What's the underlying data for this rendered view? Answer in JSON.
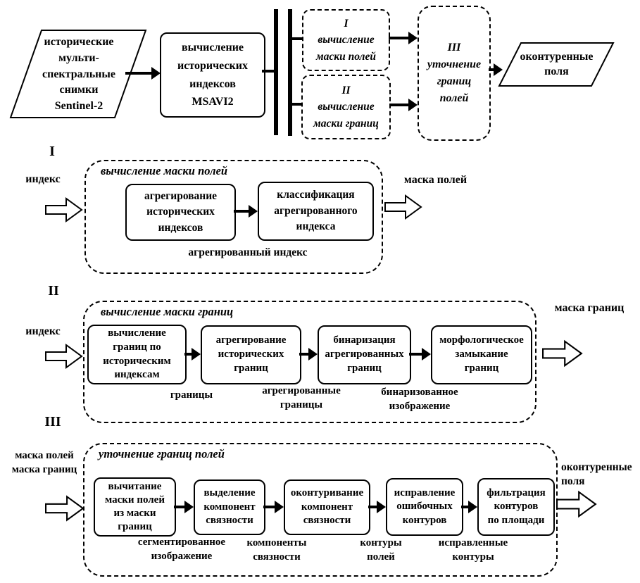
{
  "colors": {
    "ink": "#000000",
    "background": "#ffffff"
  },
  "top_flow": {
    "input": "исторические\nмульти-\nспектральные\nснимки\nSentinel-2",
    "process": "вычисление\nисторических\nиндексов\nMSAVI2",
    "branch_1": "I\nвычисление\nмаски полей",
    "branch_2": "II\nвычисление\nмаски границ",
    "merge": "III\nуточнение\nграниц\nполей",
    "output": "оконтуренные\nполя"
  },
  "sections": [
    {
      "numeral": "I",
      "input_label": "индекс",
      "title": "вычисление маски полей",
      "boxes": [
        "агрегирование\nисторических\nиндексов",
        "классификация\nагрегированного\nиндекса"
      ],
      "notes": [
        "агрегированный индекс"
      ],
      "output_label": "маска полей"
    },
    {
      "numeral": "II",
      "input_label": "индекс",
      "title": "вычисление маски границ",
      "boxes": [
        "вычисление\nграниц по\nисторическим\nиндексам",
        "агрегирование\nисторических\nграниц",
        "бинаризация\nагрегированных\nграниц",
        "морфологическое\nзамыкание\nграниц"
      ],
      "notes": [
        "границы",
        "агрегированные\nграницы",
        "бинаризованное\nизображение"
      ],
      "output_label": "маска границ"
    },
    {
      "numeral": "III",
      "input_label": "маска полей\nмаска границ",
      "title": "уточнение границ полей",
      "boxes": [
        "вычитание\nмаски полей\nиз маски\nграниц",
        "выделение\nкомпонент\nсвязности",
        "оконтуривание\nкомпонент\nсвязности",
        "исправление\nошибочных\nконтуров",
        "фильтрация\nконтуров\nпо площади"
      ],
      "notes": [
        "сегментированное\nизображение",
        "компоненты\nсвязности",
        "контуры\nполей",
        "исправленные\nконтуры"
      ],
      "output_label": "оконтуренные\nполя"
    }
  ]
}
